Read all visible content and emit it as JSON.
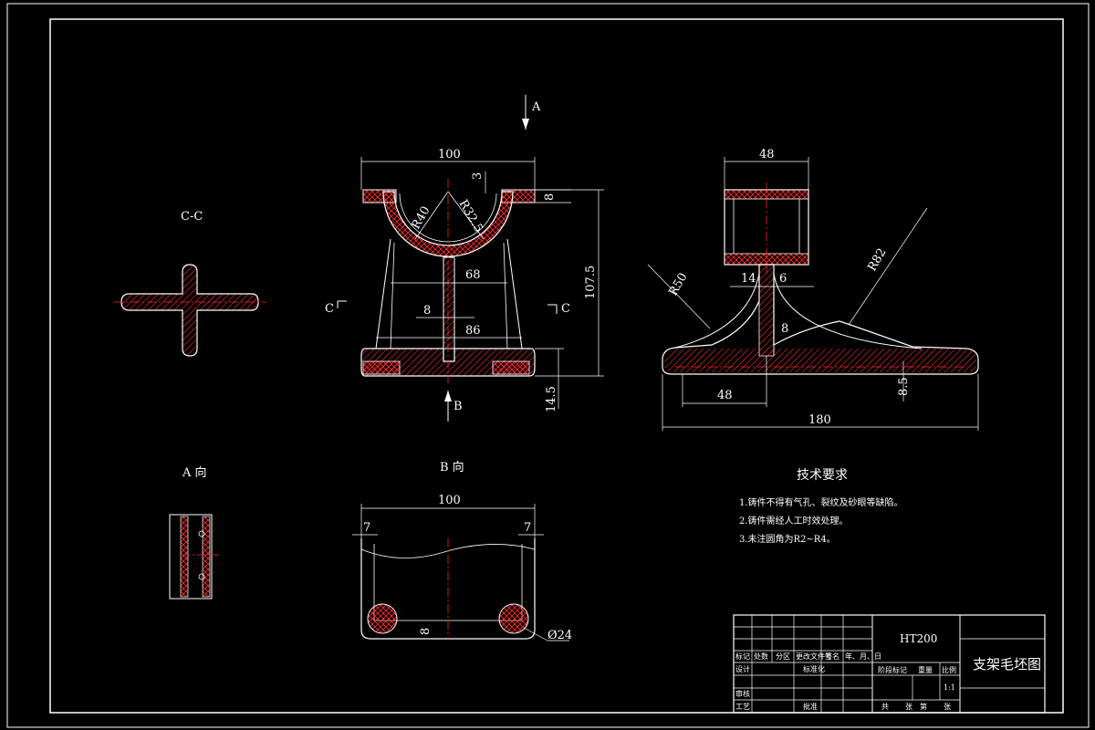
{
  "colors": {
    "background": "#000000",
    "line": "#ffffff",
    "centerline": "#ff2a2a",
    "hatch": "#ff2a2a",
    "fill_dark": "#3a3a3a"
  },
  "labels": {
    "section_cc": "C-C",
    "view_a": "A 向",
    "view_b": "B 向",
    "arrow_a": "A",
    "arrow_b": "B",
    "section_c_left": "C",
    "section_c_right": "C"
  },
  "dimensions": {
    "front_width": "100",
    "front_3": "3",
    "front_8_top": "8",
    "front_r40": "R40",
    "front_r32_5": "R32.5",
    "front_68": "68",
    "front_8_web": "8",
    "front_86": "86",
    "front_107_5": "107.5",
    "front_14_5": "14.5",
    "side_48_top": "48",
    "side_14": "14",
    "side_6": "6",
    "side_8": "8",
    "side_r50": "R50",
    "side_r82": "R82",
    "side_48_bottom": "48",
    "side_8_5": "8.5",
    "side_180": "180",
    "bview_100": "100",
    "bview_7_left": "7",
    "bview_7_right": "7",
    "bview_8": "8",
    "bview_dia24": "Ø24"
  },
  "tech_requirements": {
    "title": "技术要求",
    "items": [
      "1.铸件不得有气孔、裂纹及砂眼等缺陷。",
      "2.铸件需经人工时效处理。",
      "3.未注圆角为R2~R4。"
    ]
  },
  "title_block": {
    "material": "HT200",
    "drawing_name": "支架毛坯图",
    "row_labels": [
      "标记",
      "处数",
      "分区",
      "更改文件号",
      "签名",
      "年、月、日"
    ],
    "design": "设计",
    "standardize": "标准化",
    "review": "审核",
    "process": "工艺",
    "approve": "批准",
    "stage_mark": "阶段标记",
    "weight": "重量",
    "scale": "比例",
    "scale_value": "1:1",
    "sheets_total": "共",
    "sheets_label": "张",
    "sheet_no": "第",
    "sheet_label": "张"
  }
}
